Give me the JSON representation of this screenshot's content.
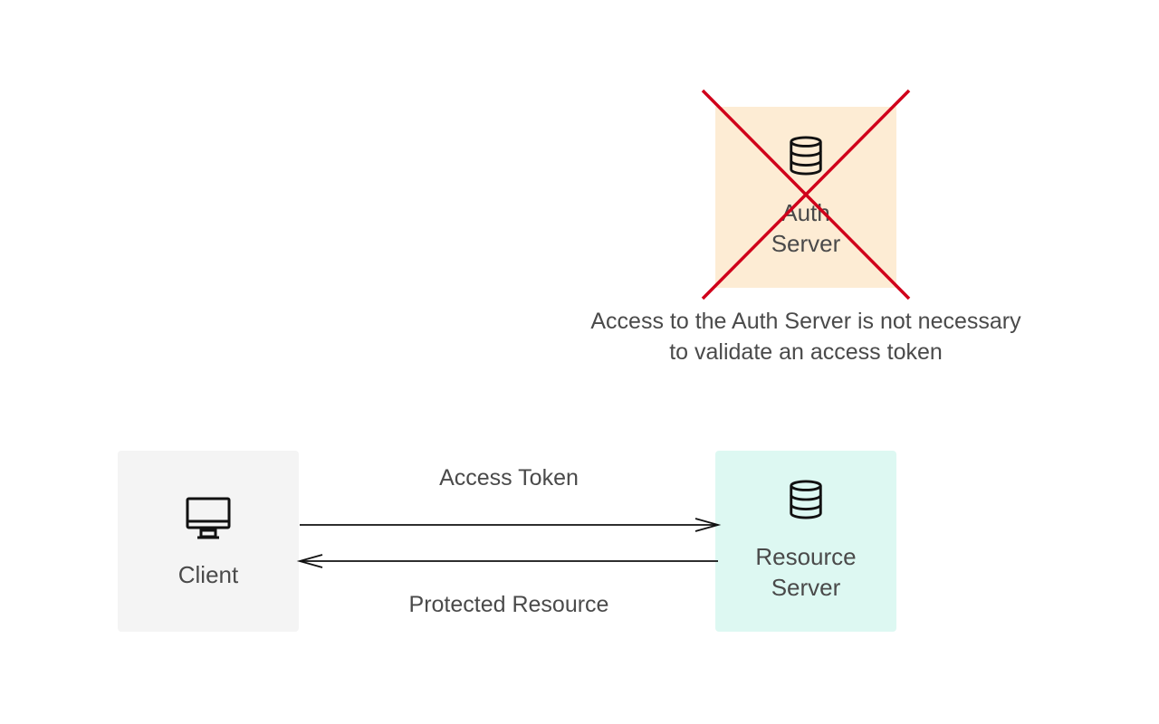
{
  "nodes": {
    "client": {
      "label": "Client",
      "icon": "monitor-icon",
      "fill": "#f4f4f4"
    },
    "resource_server": {
      "label_line1": "Resource",
      "label_line2": "Server",
      "icon": "database-icon",
      "fill": "#ddf8f2"
    },
    "auth_server": {
      "label_line1": "Auth",
      "label_line2": "Server",
      "icon": "database-icon",
      "fill": "#fdecd4",
      "crossed_out": true,
      "cross_color": "#d0021b"
    }
  },
  "note": {
    "line1": "Access to the Auth Server is not necessary",
    "line2": "to validate an access token"
  },
  "edges": [
    {
      "from": "client",
      "to": "resource_server",
      "label": "Access Token"
    },
    {
      "from": "resource_server",
      "to": "client",
      "label": "Protected Resource"
    }
  ],
  "colors": {
    "text": "#4a4a4a",
    "edge": "#111111"
  }
}
